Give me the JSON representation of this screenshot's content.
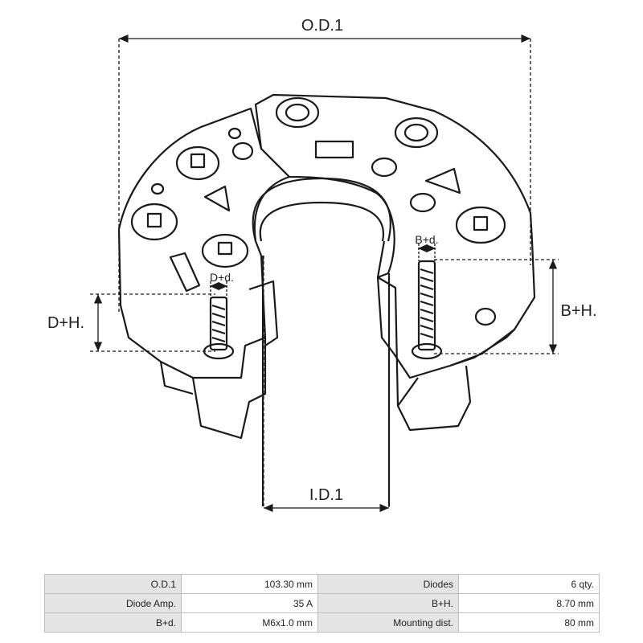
{
  "dimensions": {
    "od1": "O.D.1",
    "id1": "I.D.1",
    "dh": "D+H.",
    "dd": "D+d.",
    "bh": "B+H.",
    "bd": "B+d."
  },
  "specs": [
    {
      "label": "O.D.1",
      "value": "103.30 mm",
      "label2": "Diodes",
      "value2": "6 qty."
    },
    {
      "label": "Diode Amp.",
      "value": "35 A",
      "label2": "B+H.",
      "value2": "8.70 mm"
    },
    {
      "label": "B+d.",
      "value": "M6x1.0 mm",
      "label2": "Mounting dist.",
      "value2": "80 mm"
    }
  ],
  "colors": {
    "line": "#1a1a1a",
    "table_label_bg": "#e4e4e4",
    "table_border": "#bdbdbd"
  }
}
